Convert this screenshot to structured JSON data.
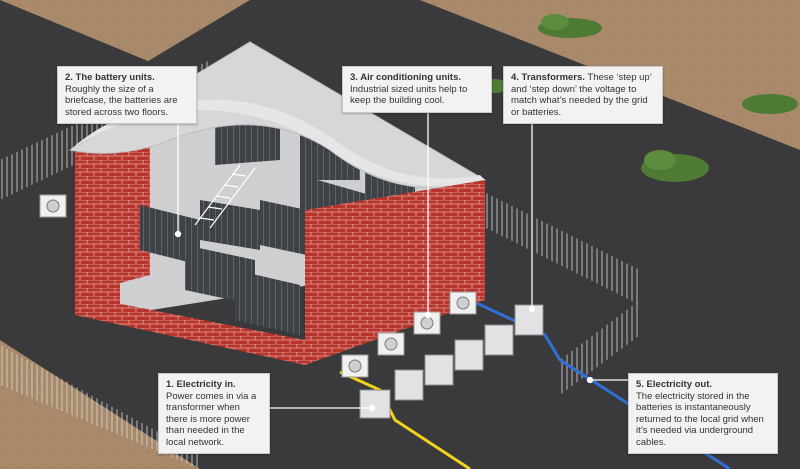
{
  "callouts": {
    "battery": {
      "title": "2. The battery units.",
      "body": "Roughly the size of a briefcase, the batteries are stored across two floors."
    },
    "aircon": {
      "title": "3. Air conditioning units.",
      "body": "Industrial sized units help to keep the building cool."
    },
    "transformers": {
      "title": "4. Transformers.",
      "body": "These ‘step up’ and ‘step down’ the voltage to match what’s needed by the grid or batteries."
    },
    "electricity_in": {
      "title": "1. Electricity in.",
      "body": "Power comes in via a transformer when there is more power than needed in the local network."
    },
    "electricity_out": {
      "title": "5. Electricity out.",
      "body": "The electricity stored in the batteries is instantaneously returned to the local grid when it’s needed via underground cables."
    }
  },
  "colors": {
    "ground": "#a8896a",
    "road": "#3a3a3c",
    "brick": "#b8352e",
    "roof": "#d7d7d9",
    "floor": "#cfcfd1",
    "battery": "#3d4247",
    "cable_in": "#f2d21b",
    "cable_out": "#2f6fd6",
    "bush": "#4f7a34"
  },
  "icons": [
    "battery-rack-icon",
    "aircon-unit-icon",
    "transformer-icon",
    "staircase-icon",
    "fence-icon",
    "bush-icon"
  ]
}
